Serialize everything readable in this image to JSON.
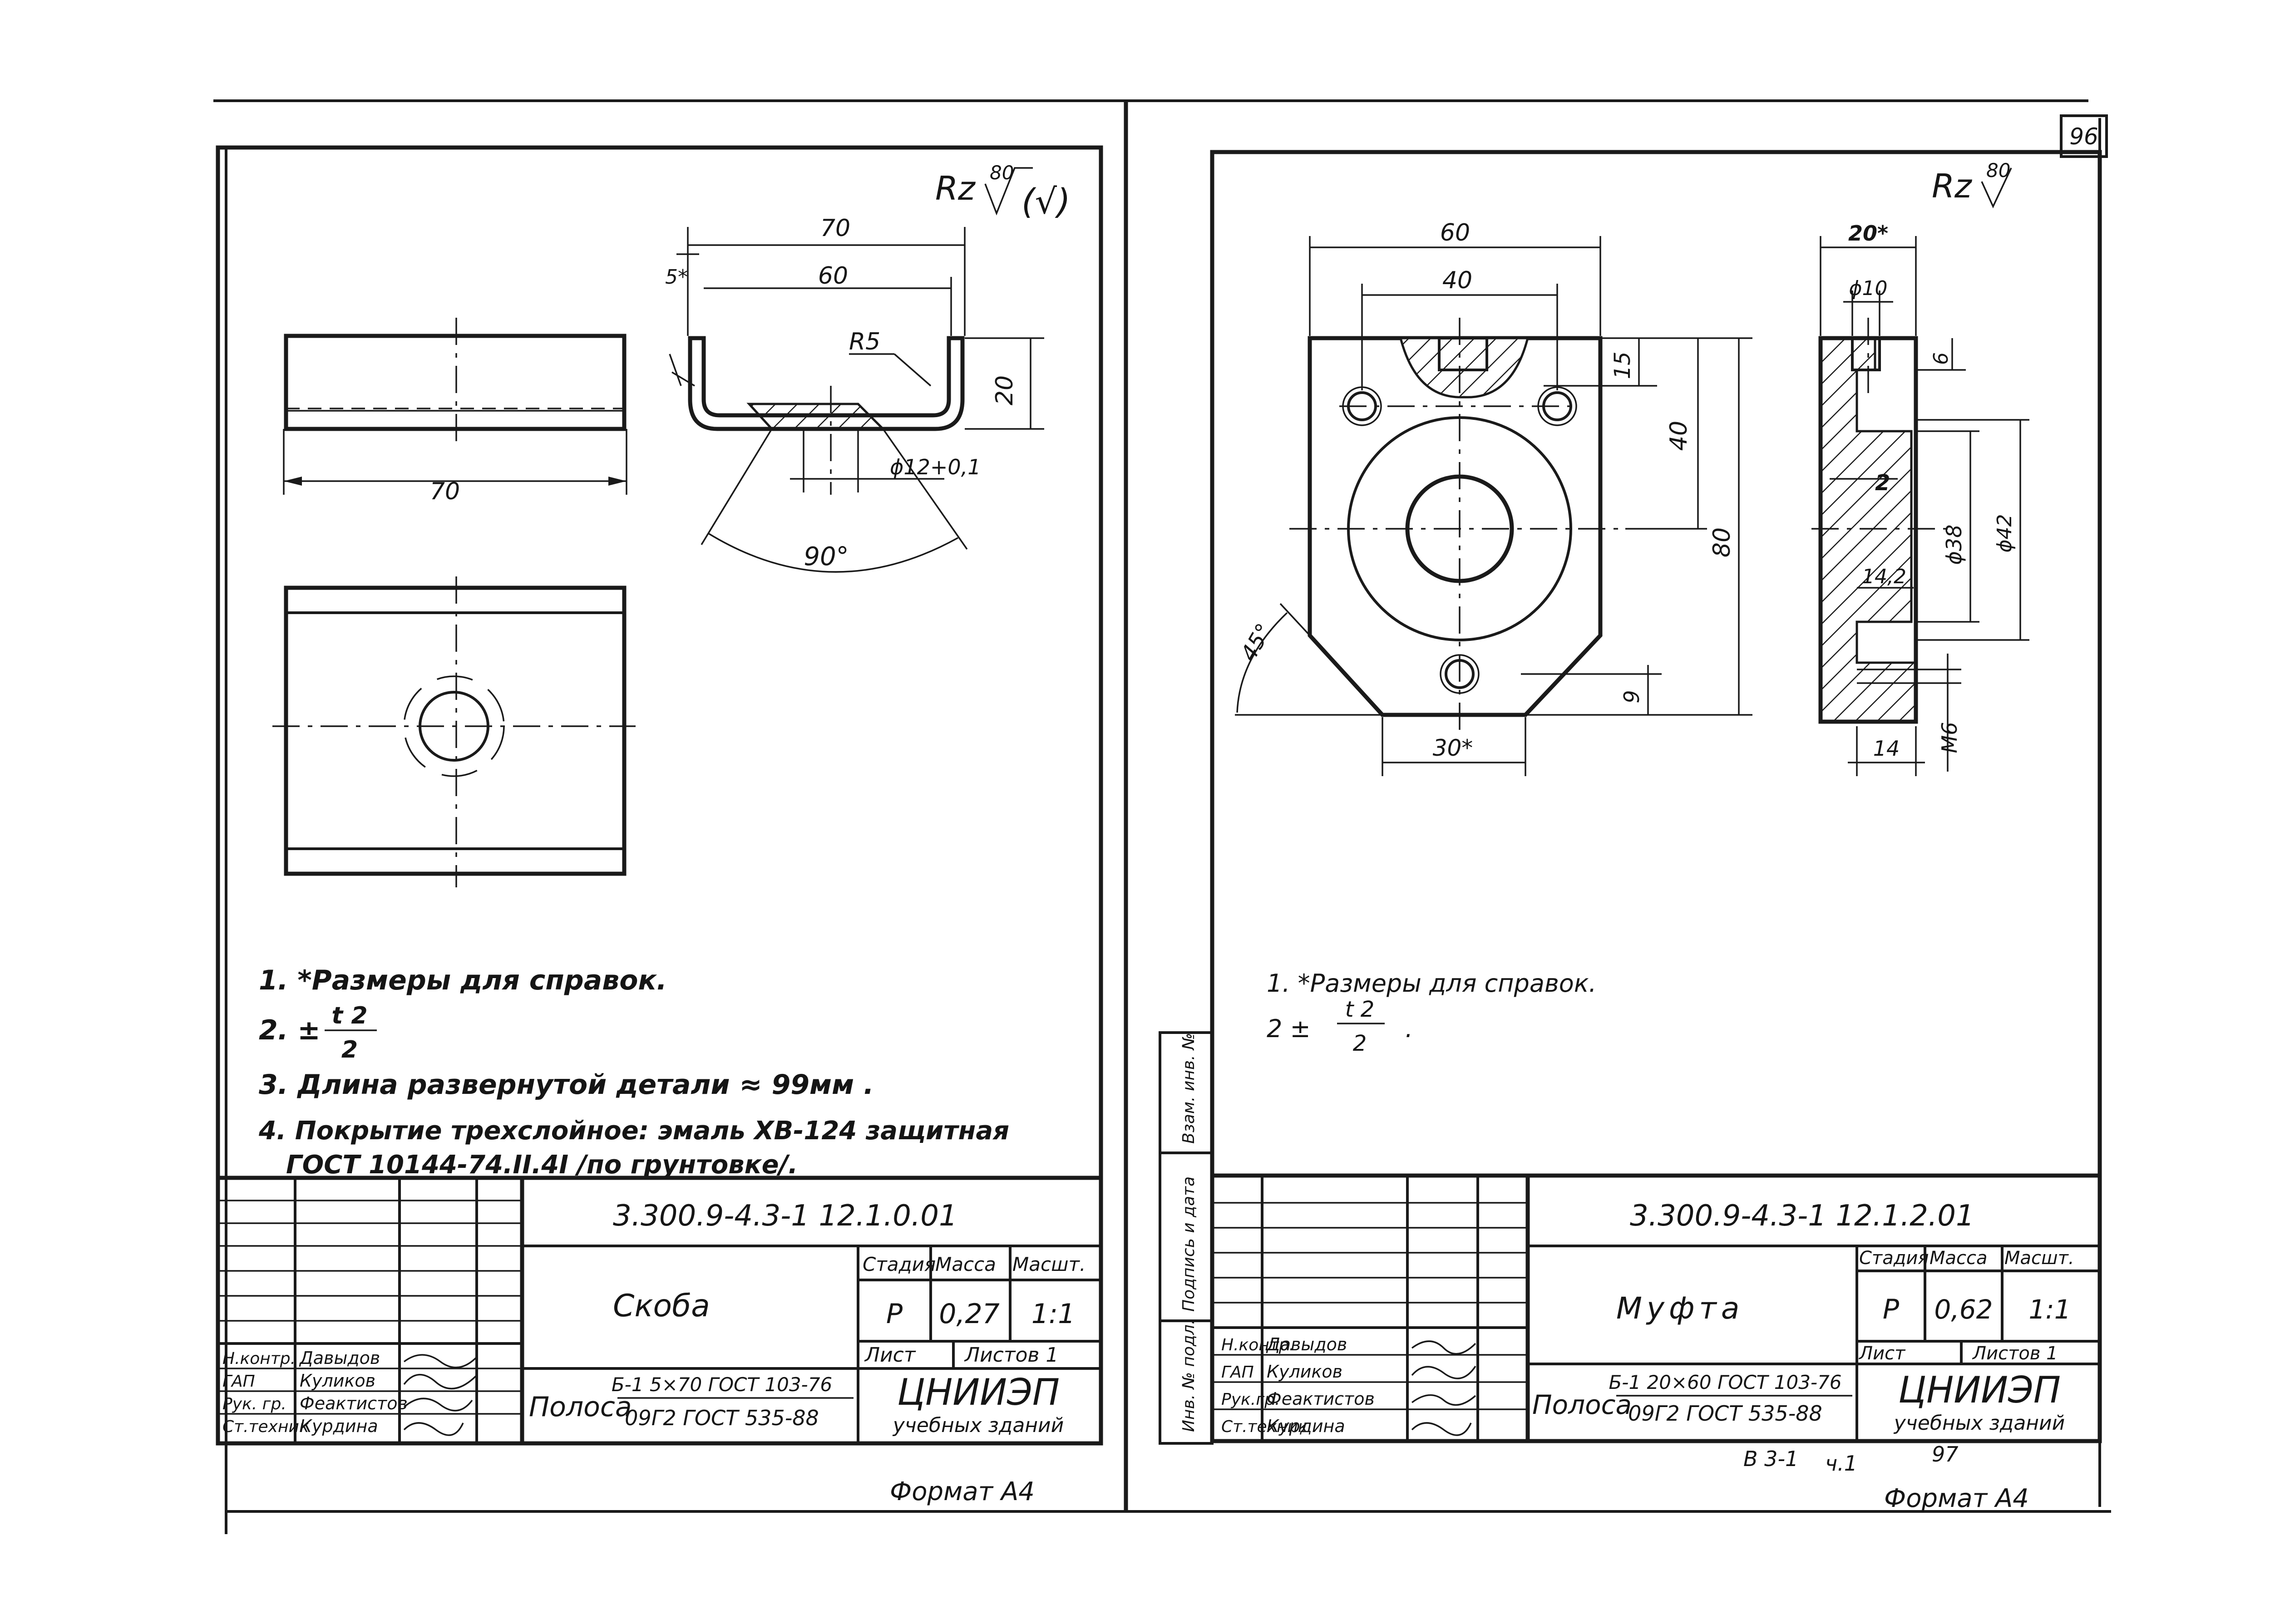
{
  "page_number": "96",
  "bottom_ref": {
    "series": "В 3-1",
    "part": "ч.1",
    "page": "97"
  },
  "left_sheet": {
    "roughness": "Rz",
    "roughness_value": "80",
    "roughness_extra": "(√)",
    "dims": {
      "width_outer": "70",
      "width_inner": "60",
      "wall": "5*",
      "radius": "R5",
      "height": "20",
      "hole": "ϕ12+0,1",
      "countersink_angle": "90°",
      "plan_length": "70"
    },
    "notes": [
      "1. *Размеры для справок.",
      "2. ± t 2 / 2 .",
      "3. Длина развернутой детали ≈ 99мм .",
      "4. Покрытие трехслойное: эмаль ХВ-124 защитная",
      "ГОСТ 10144-74.II.4I /по грунтовке/."
    ],
    "note2_sign": "2. ±",
    "note2_num": "t 2",
    "note2_den": "2",
    "doc_code": "3.300.9-4.3-1  12.1.0.01",
    "title": "Скоба",
    "stage_label": "Стадия",
    "mass_label": "Масса",
    "scale_label": "Масшт.",
    "stage": "Р",
    "mass": "0,27",
    "scale": "1:1",
    "sheet_label": "Лист",
    "sheets_label": "Листов 1",
    "material_prefix": "Полоса",
    "material_top": "Б-1 5×70 ГОСТ 103-76",
    "material_bottom": "09Г2 ГОСТ 535-88",
    "org": "ЦНИИЭП",
    "org_sub": "учебных зданий",
    "roles": [
      "Н.контр.",
      "ГАП",
      "Рук. гр.",
      "Ст.техник"
    ],
    "names": [
      "Давыдов",
      "Куликов",
      "Феактистов",
      "Курдина"
    ],
    "format": "Формат А4"
  },
  "right_sheet": {
    "roughness": "Rz",
    "roughness_value": "80",
    "dims": {
      "width": "60",
      "bolt_spacing": "40",
      "top_hole_depth": "15",
      "bolt_height": "40",
      "total_height": "80",
      "chamfer": "45°",
      "bottom_hole": "9",
      "bottom_width": "30*",
      "thickness": "20*",
      "top_bore": "ϕ10",
      "depth_6": "6",
      "groove": "2",
      "inner_len": "14,2",
      "bore_38": "ϕ38",
      "bore_42": "ϕ42",
      "thread_len": "14",
      "thread": "М6"
    },
    "notes": [
      "1. *Размеры для справок.",
      "2 ± t 2 / 2 ."
    ],
    "note2_sign": "2  ±",
    "note2_num": "t 2",
    "note2_den": "2",
    "side_labels": [
      "Инв. № подл.",
      "Подпись и дата",
      "Взам. инв. №"
    ],
    "doc_code": "3.300.9-4.3-1  12.1.2.01",
    "title": "Муфта",
    "stage_label": "Стадия",
    "mass_label": "Масса",
    "scale_label": "Масшт.",
    "stage": "Р",
    "mass": "0,62",
    "scale": "1:1",
    "sheet_label": "Лист",
    "sheets_label": "Листов 1",
    "material_prefix": "Полоса",
    "material_top": "Б-1 20×60 ГОСТ 103-76",
    "material_bottom": "09Г2 ГОСТ 535-88",
    "org": "ЦНИИЭП",
    "org_sub": "учебных зданий",
    "roles": [
      "Н.контр.",
      "ГАП",
      "Рук.гр.",
      "Ст.техник"
    ],
    "names": [
      "Давыдов",
      "Куликов",
      "Феактистов",
      "Курдина"
    ],
    "format": "Формат А4"
  }
}
